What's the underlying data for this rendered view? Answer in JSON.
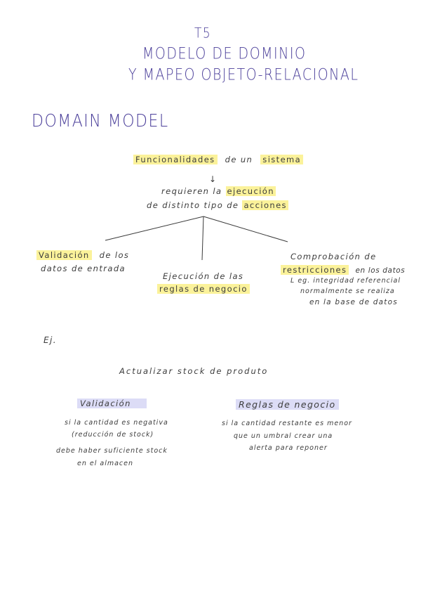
{
  "header": {
    "t5": "T5",
    "line1": "MODELO DE DOMINIO",
    "line2": "Y MAPEO OBJETO-RELACIONAL"
  },
  "section_title": "DOMAIN MODEL",
  "diagram": {
    "root_highlight1": "Funcionalidades",
    "root_mid": "de un",
    "root_highlight2": "sistema",
    "arrow": "↓",
    "req_prefix": "requieren la",
    "req_highlight": "ejecución",
    "tipo_prefix": "de distinto tipo de",
    "tipo_highlight": "acciones",
    "left": {
      "highlight": "Validación",
      "rest_line1": "de los",
      "line2": "datos de entrada"
    },
    "middle": {
      "line1": "Ejecución de las",
      "highlight": "reglas de negocio"
    },
    "right": {
      "line1": "Comprobación de",
      "highlight": "restricciones",
      "rest_line2": "en los datos",
      "line3": "L eg. integridad referencial",
      "line4": "normalmente se realiza",
      "line5": "en la base de datos"
    }
  },
  "example": {
    "label": "Ej.",
    "title": "Actualizar stock de produto",
    "validation": {
      "header": "Validación",
      "line1": "si la cantidad es negativa",
      "line2": "(reducción de stock)",
      "line3": "debe haber suficiente stock",
      "line4": "en el almacen"
    },
    "business": {
      "header": "Reglas de negocio",
      "line1": "si la cantidad restante es menor",
      "line2": "que un umbral crear una",
      "line3": "alerta para reponer"
    }
  },
  "colors": {
    "title_ink": "#4b3f9a",
    "highlight_yellow": "#fbf29a",
    "highlight_purple": "#dcdcf6"
  }
}
